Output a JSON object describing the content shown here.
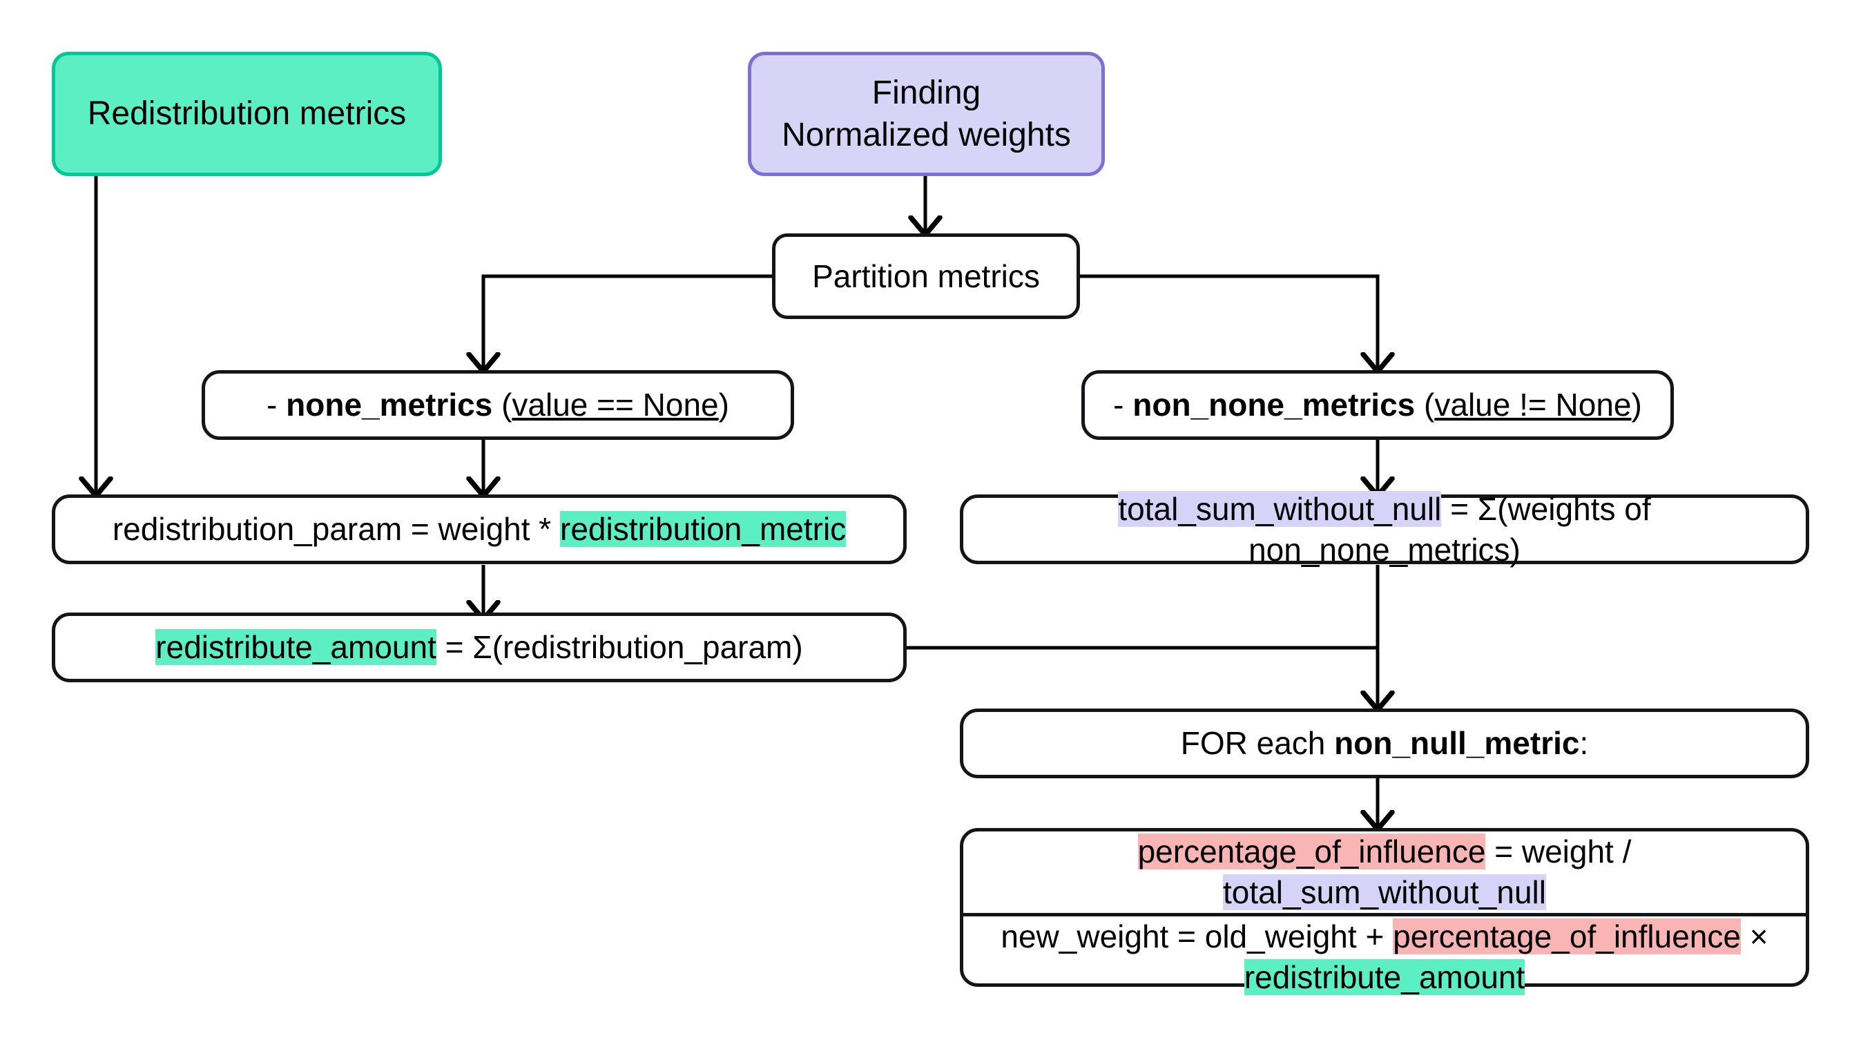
{
  "diagram": {
    "title": "Redistribution metrics / Finding Normalized weights flowchart",
    "colors": {
      "green_fill": "#5cefc4",
      "green_border": "#00c896",
      "purple_fill": "#d8d4f7",
      "purple_border": "#7c6fd6",
      "node_border": "#15141a",
      "node_fill": "#ffffff",
      "highlight_green": "#5cefc4",
      "highlight_purple": "#d6d2f8",
      "highlight_pink": "#f9b4b4",
      "edge": "#000000"
    }
  },
  "nodes": {
    "redistribution_metrics": {
      "label": "Redistribution metrics"
    },
    "finding_normalized_weights": {
      "line1": "Finding",
      "line2": "Normalized weights"
    },
    "partition_metrics": {
      "label": "Partition metrics"
    },
    "none_metrics": {
      "dash": "-",
      "name": "none_metrics",
      "condition": "(value == None)",
      "condition_open": "(",
      "condition_underlined": "value == None",
      "condition_close": ")"
    },
    "non_none_metrics": {
      "dash": "-",
      "name": "non_none_metrics",
      "condition_open": "(",
      "condition_underlined": "value != None",
      "condition_close": ")"
    },
    "redistribution_param": {
      "prefix": "redistribution_param = weight * ",
      "highlight": "redistribution_metric"
    },
    "total_sum_without_null": {
      "highlight": "total_sum_without_null",
      "suffix": " = Σ(weights of non_none_metrics)"
    },
    "redistribute_amount": {
      "highlight": "redistribute_amount",
      "suffix": " = Σ(redistribution_param)"
    },
    "for_each_non_null_metric": {
      "prefix": "FOR each ",
      "name": "non_null_metric",
      "suffix": ":"
    },
    "percentage_of_influence": {
      "highlight_pink": "percentage_of_influence",
      "middle": " = weight / ",
      "highlight_purple": "total_sum_without_null"
    },
    "new_weight": {
      "prefix": "new_weight = old_weight + ",
      "highlight_pink": "percentage_of_influence",
      "times": " × ",
      "highlight_green": "redistribute_amount"
    }
  }
}
